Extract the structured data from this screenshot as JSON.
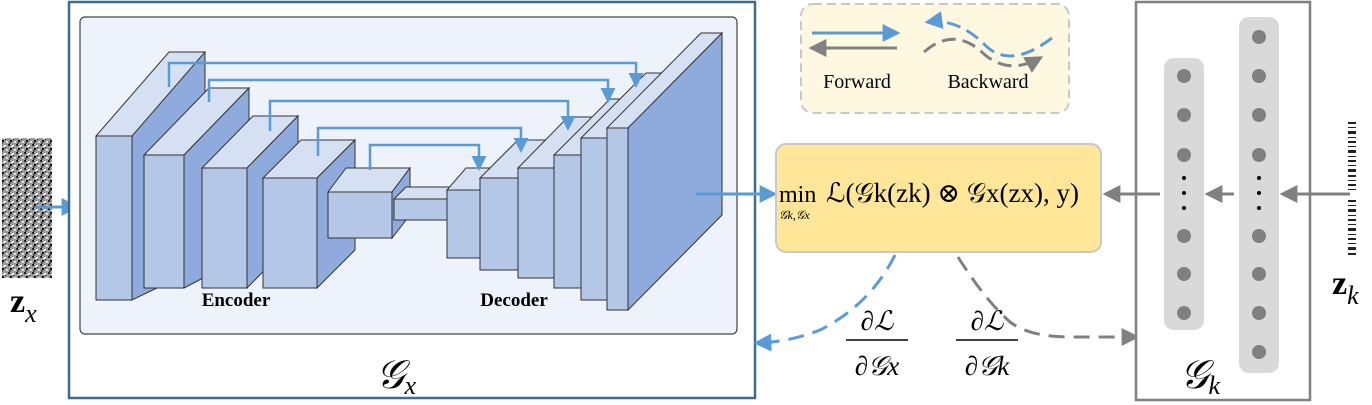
{
  "input_left": {
    "label": "z",
    "subscript": "x"
  },
  "input_right": {
    "label": "z",
    "subscript": "k"
  },
  "generator_x": {
    "label": "𝒢",
    "subscript": "x",
    "encoder_label": "Encoder",
    "decoder_label": "Decoder"
  },
  "generator_k": {
    "label": "𝒢",
    "subscript": "k"
  },
  "legend": {
    "forward_label": "Forward",
    "backward_label": "Backward"
  },
  "objective": {
    "min": "min",
    "min_sub": "𝒢k,𝒢x",
    "expression": "ℒ(𝒢k(zk) ⊗ 𝒢x(zx), y)"
  },
  "gradients": {
    "x": {
      "num": "∂ℒ",
      "den": "∂𝒢x"
    },
    "k": {
      "num": "∂ℒ",
      "den": "∂𝒢k"
    }
  },
  "colors": {
    "forward": "#5b9bd5",
    "backward": "#808080",
    "block_face": "#b4c7e7",
    "block_side": "#8faadc",
    "objective_fill": "#ffe699",
    "legend_fill": "#fff8e1"
  }
}
